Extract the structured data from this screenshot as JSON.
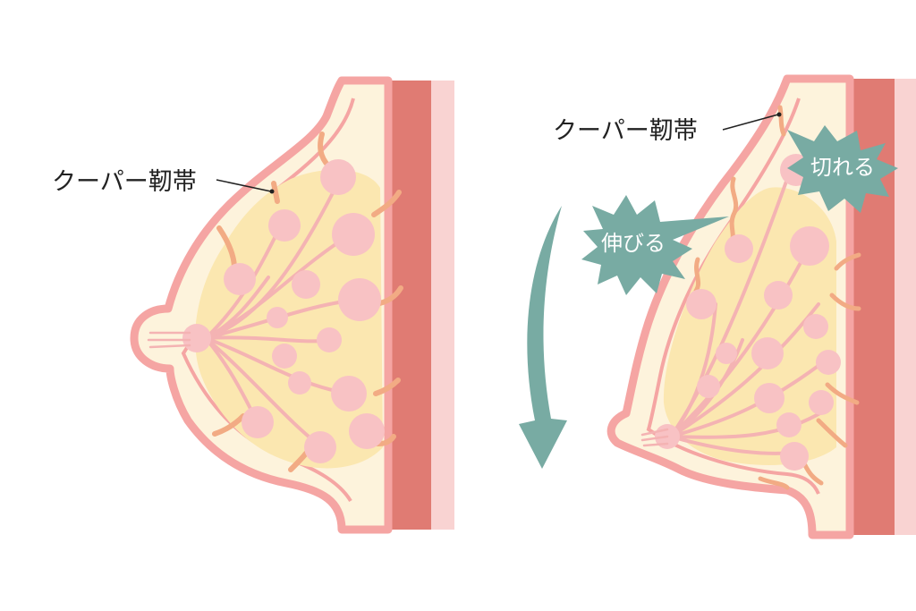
{
  "colors": {
    "skin_outline": "#f5a5a3",
    "skin_fill": "#fdf3dc",
    "fat": "#fbe7b0",
    "lobule": "#f8c2c4",
    "duct": "#f4b3b3",
    "ligament": "#f2ab84",
    "muscle": "#e07b73",
    "muscle_edge": "#f9d3d2",
    "accent_teal": "#78aba3"
  },
  "left_panel": {
    "ligament_label": "クーパー靭帯"
  },
  "right_panel": {
    "ligament_label": "クーパー靭帯",
    "stretch_label": "伸びる",
    "tear_label": "切れる"
  },
  "icons": {
    "arrow": "curved-down-arrow"
  }
}
